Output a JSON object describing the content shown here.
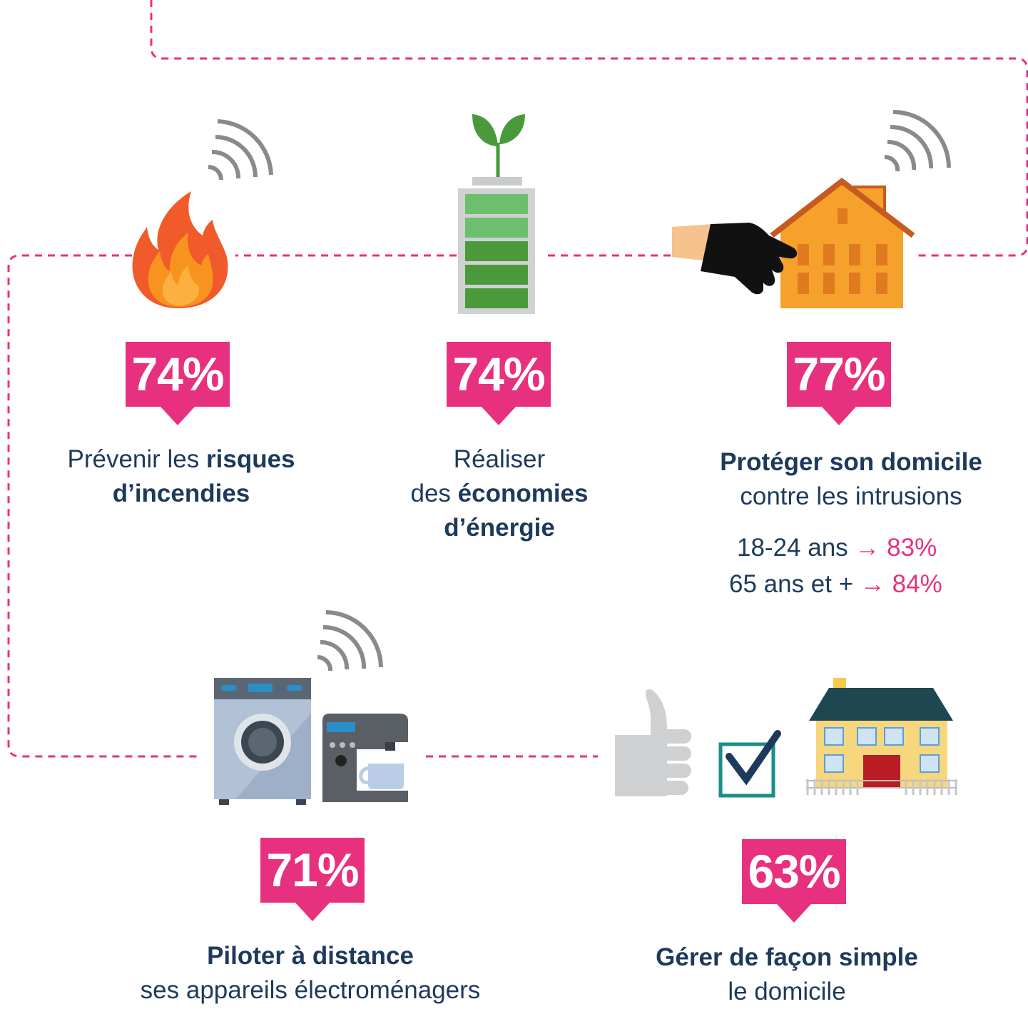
{
  "colors": {
    "accent": "#e8317e",
    "text": "#1d3a5c"
  },
  "items": [
    {
      "icon": "fire-icon",
      "percent": "74%",
      "caption": {
        "l1a": "Prévenir les ",
        "l1b": "risques",
        "l2": "d’incendies"
      }
    },
    {
      "icon": "battery-plant-icon",
      "percent": "74%",
      "caption": {
        "l1": "Réaliser",
        "l2a": "des ",
        "l2b": "économies",
        "l3": "d’énergie"
      }
    },
    {
      "icon": "house-hand-icon",
      "percent": "77%",
      "caption": {
        "l1": "Protéger son domicile",
        "l2": "contre les intrusions"
      },
      "stats": [
        {
          "label": "18-24 ans",
          "arrow": "→",
          "value": "83%"
        },
        {
          "label": "65 ans et +",
          "arrow": "→",
          "value": "84%"
        }
      ]
    },
    {
      "icon": "appliances-icon",
      "percent": "71%",
      "caption": {
        "l1": "Piloter à distance",
        "l2": "ses appareils électroménagers"
      }
    },
    {
      "icon": "thumb-check-house-icon",
      "percent": "63%",
      "caption": {
        "l1": "Gérer de façon simple",
        "l2": "le domicile"
      }
    }
  ]
}
